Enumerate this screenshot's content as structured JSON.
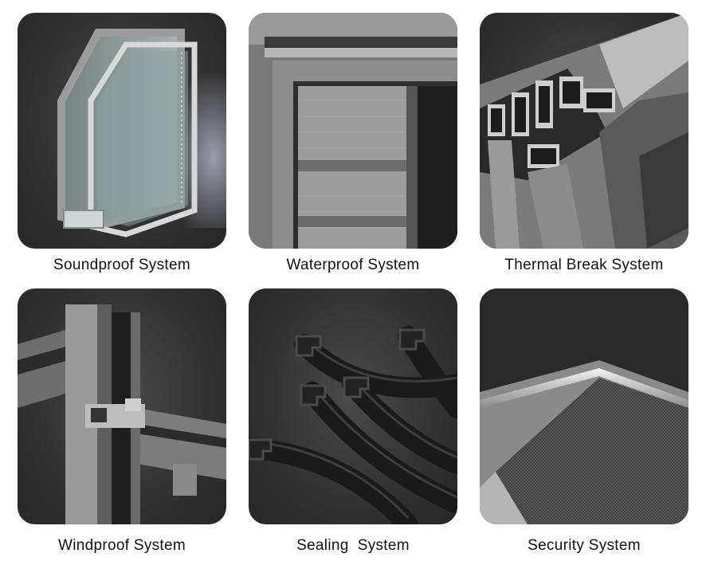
{
  "systems": [
    {
      "label": "Soundproof System"
    },
    {
      "label": "Waterproof System"
    },
    {
      "label": "Thermal Break System"
    },
    {
      "label": "Windproof System"
    },
    {
      "label": "Sealing  System"
    },
    {
      "label": "Security System"
    }
  ],
  "colors": {
    "tile_background": "#333333",
    "caption_text": "#111111",
    "page_background": "#ffffff"
  }
}
